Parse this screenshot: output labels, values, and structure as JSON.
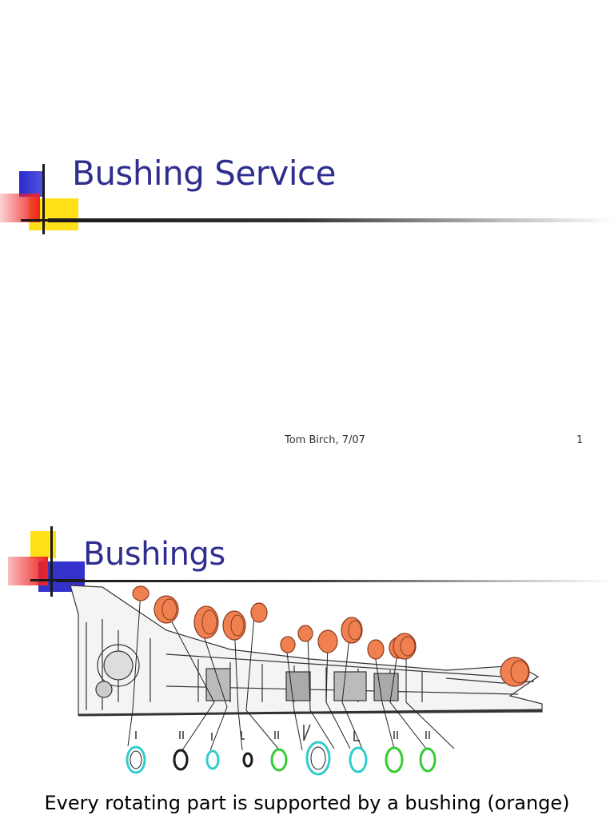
{
  "slide1": {
    "title": "Bushing Service",
    "footer_text": "Tom Birch, 7/07",
    "page_number": "1"
  },
  "slide2": {
    "title": "Bushings",
    "caption": "Every rotating part is supported by a bushing (orange)"
  },
  "colors": {
    "title_text": "#2e2e8f",
    "deco_blue": "#3333cc",
    "deco_yellow": "#ffdd00",
    "deco_red": "#ee3333",
    "bushing_orange": "#f08050",
    "seal_cyan": "#33cccc",
    "seal_green": "#33cc33"
  }
}
